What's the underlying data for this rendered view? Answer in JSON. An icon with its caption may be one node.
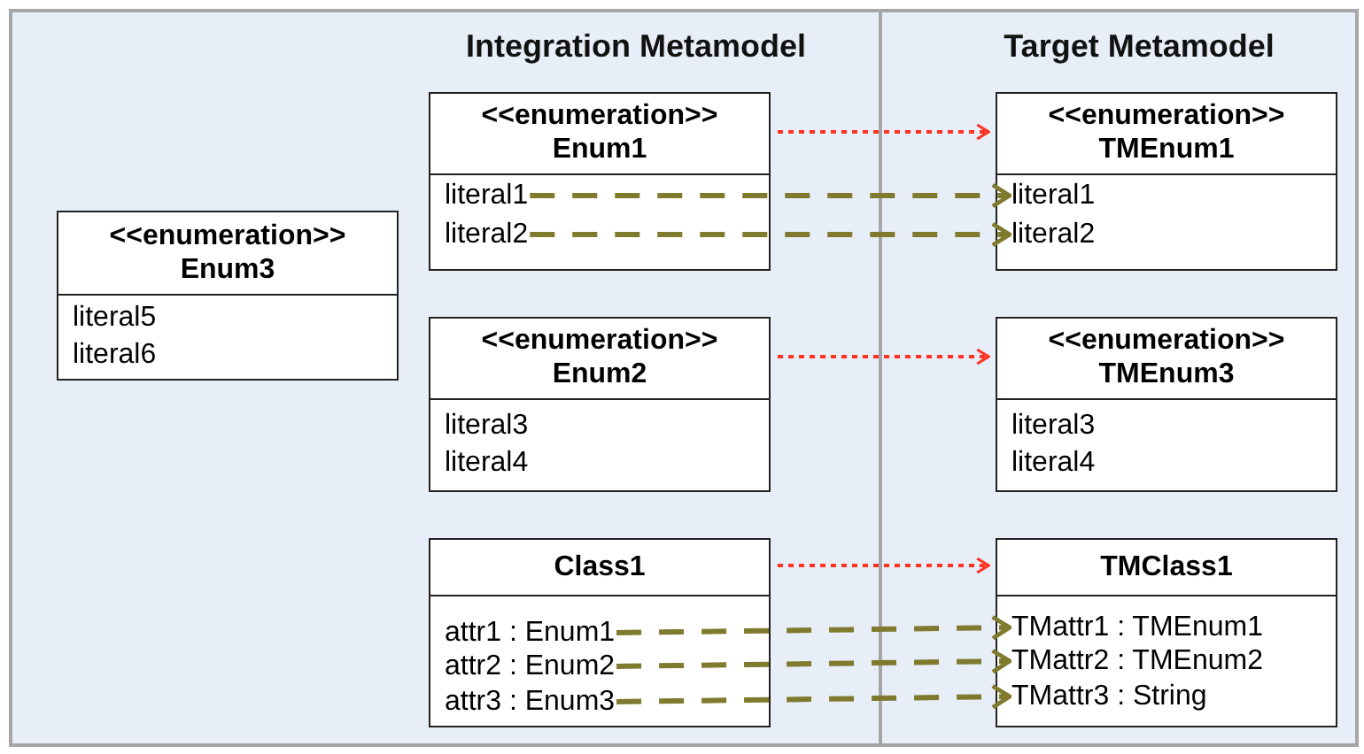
{
  "diagram": {
    "nodes": [
      {
        "text": [
          "Integration Metamodel"
        ]
      },
      {
        "text": [
          "<<enumeration>>",
          "Enum3"
        ],
        "in": 0
      },
      {
        "text": [
          "literal5"
        ],
        "in": 1
      },
      {
        "text": [
          "literal6"
        ],
        "in": 1
      },
      {
        "text": [
          "<<enumeration>>",
          "Enum1"
        ],
        "in": 0
      },
      {
        "text": [
          "literal1"
        ],
        "in": 4
      },
      {
        "text": [
          "literal2"
        ],
        "in": 4
      },
      {
        "text": [
          "<<enumeration>>",
          "Enum2"
        ],
        "in": 0
      },
      {
        "text": [
          "literal3"
        ],
        "in": 7
      },
      {
        "text": [
          "literal4"
        ],
        "in": 7
      },
      {
        "text": [
          "Class1"
        ],
        "in": 0
      },
      {
        "text": [
          "attr1 : Enum1"
        ],
        "in": 10
      },
      {
        "text": [
          "attr2 : Enum2"
        ],
        "in": 10
      },
      {
        "text": [
          "attr3 : Enum3"
        ],
        "in": 10
      },
      {
        "text": [
          "Target Metamodel"
        ]
      },
      {
        "text": [
          "<<enumeration>>",
          "TMEnum1"
        ],
        "in": 14
      },
      {
        "text": [
          "literal1"
        ],
        "in": 15
      },
      {
        "text": [
          "literal2"
        ],
        "in": 15
      },
      {
        "text": [
          "<<enumeration>>",
          "TMEnum3"
        ],
        "in": 14
      },
      {
        "text": [
          "literal3"
        ],
        "in": 18
      },
      {
        "text": [
          "literal4"
        ],
        "in": 18
      },
      {
        "text": [
          "TMClass1"
        ],
        "in": 14
      },
      {
        "text": [
          "TMattr1 : TMEnum1"
        ],
        "in": 21
      },
      {
        "text": [
          "TMattr2 : TMEnum2"
        ],
        "in": 21
      },
      {
        "text": [
          "TMattr3 : String"
        ],
        "in": 21
      }
    ],
    "edges": [
      {
        "from": 4,
        "to": 15,
        "arrow": "to",
        "style": "dashed",
        "color": "#ff3322"
      },
      {
        "from": 5,
        "to": 16,
        "arrow": "to",
        "style": "dashed"
      },
      {
        "from": 6,
        "to": 17,
        "arrow": "to",
        "style": "dashed"
      },
      {
        "from": 7,
        "to": 18,
        "arrow": "to",
        "style": "dashed",
        "color": "#ff3322"
      },
      {
        "from": 10,
        "to": 21,
        "arrow": "to",
        "style": "dashed",
        "color": "#ff3322"
      },
      {
        "from": 11,
        "to": 22,
        "arrow": "to",
        "style": "dashed"
      },
      {
        "from": 12,
        "to": 23,
        "arrow": "to",
        "style": "dashed"
      },
      {
        "from": 13,
        "to": 24,
        "arrow": "to",
        "style": "dashed"
      }
    ]
  }
}
